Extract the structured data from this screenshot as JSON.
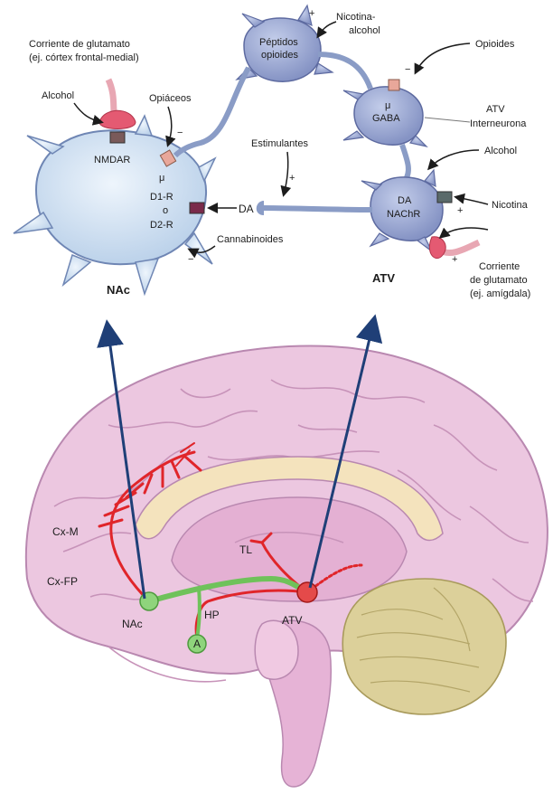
{
  "labels": {
    "glutamate_top_line1": "Corriente de glutamato",
    "glutamate_top_line2": "(ej. córtex frontal-medial)",
    "alcohol_left": "Alcohol",
    "opiates": "Opiáceos",
    "nmdar": "NMDAR",
    "mu_nac": "μ",
    "d1r": "D1-R",
    "or_word": "o",
    "d2r": "D2-R",
    "cannabinoids": "Cannabinoides",
    "nac_title": "NAc",
    "da_signal": "DA",
    "stimulants": "Estimulantes",
    "peptides_line1": "Péptidos",
    "peptides_line2": "opioides",
    "nicotine_alcohol_line1": "Nicotina-",
    "nicotine_alcohol_line2": "alcohol",
    "opioids": "Opioides",
    "mu_gaba": "μ",
    "gaba": "GABA",
    "atv_interneuron_line1": "ATV",
    "atv_interneuron_line2": "Interneurona",
    "alcohol_right": "Alcohol",
    "da_atv": "DA",
    "nachr": "NAChR",
    "nicotine": "Nicotina",
    "glutamate_right_line1": "Corriente",
    "glutamate_right_line2": "de glutamato",
    "glutamate_right_line3": "(ej. amígdala)",
    "atv_title": "ATV",
    "brain_cxm": "Cx-M",
    "brain_cxfp": "Cx-FP",
    "brain_nac": "NAc",
    "brain_hp": "HP",
    "brain_a": "A",
    "brain_atv": "ATV",
    "brain_tl": "TL",
    "plus": "+",
    "minus": "−"
  },
  "colors": {
    "neuron_fill": "#cfe0f2",
    "neuron_stroke": "#6f86b4",
    "axon": "#8a9cc6",
    "receptor": "#e8a79a",
    "glutamate_terminal": "#e45a72",
    "brain_pink": "#ecc7e0",
    "brain_stroke": "#b988b0",
    "cerebellum": "#dcd09a",
    "red_pathway": "#e0252a",
    "green_pathway": "#6fc25a",
    "blue_arrow": "#1f3f77"
  }
}
